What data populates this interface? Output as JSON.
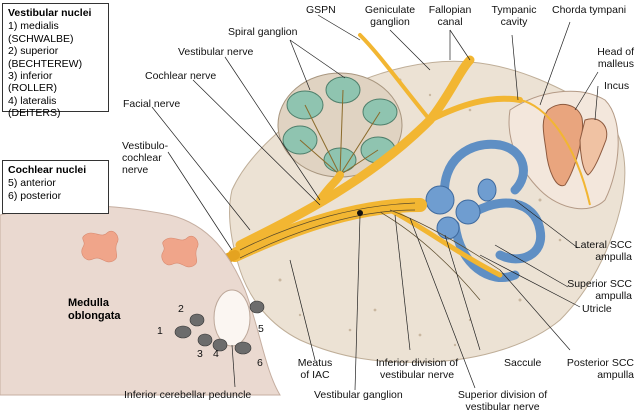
{
  "legend": {
    "vestibular": {
      "title": "Vestibular nuclei",
      "lines": [
        "1) medialis",
        "(SCHWALBE)",
        "2) superior",
        "(BECHTEREW)",
        "3) inferior",
        "(ROLLER)",
        "4) lateralis",
        "(DEITERS)"
      ]
    },
    "cochlear": {
      "title": "Cochlear nuclei",
      "lines": [
        "5) anterior",
        "6) posterior"
      ]
    }
  },
  "labels": {
    "gspn": "GSPN",
    "geniculate": [
      "Geniculate",
      "ganglion"
    ],
    "fallopian": [
      "Fallopian",
      "canal"
    ],
    "tympanic": [
      "Tympanic",
      "cavity"
    ],
    "chorda": "Chorda tympani",
    "malleus": [
      "Head of",
      "malleus"
    ],
    "incus": "Incus",
    "spiral": "Spiral ganglion",
    "vestibular_nerve": "Vestibular nerve",
    "cochlear_nerve": "Cochlear nerve",
    "facial_nerve": "Facial nerve",
    "vestibulocochlear": [
      "Vestibulo-",
      "cochlear",
      "nerve"
    ],
    "lateral_scc": [
      "Lateral SCC",
      "ampulla"
    ],
    "superior_scc": [
      "Superior SCC",
      "ampulla"
    ],
    "utricle": "Utricle",
    "posterior_scc": [
      "Posterior SCC",
      "ampulla"
    ],
    "saccule": "Saccule",
    "meatus": [
      "Meatus",
      "of IAC"
    ],
    "inferior_division": [
      "Inferior division of",
      "vestibular nerve"
    ],
    "superior_division": [
      "Superior division of",
      "vestibular nerve"
    ],
    "vestibular_ganglion": "Vestibular ganglion",
    "inferior_cerebellar": "Inferior cerebellar peduncle",
    "medulla": [
      "Medulla",
      "oblongata"
    ],
    "nuclei_numbers": [
      "1",
      "2",
      "3",
      "4",
      "5",
      "6"
    ]
  },
  "colors": {
    "nerve": "#f2b632",
    "bone": "#e8dccd",
    "cochlea": "#8fc4b0",
    "canals": "#5f8fc4",
    "brainstem": "#e8d8cf",
    "grey_matter": "#f0a58a",
    "nuclei": "#6c6c6c"
  }
}
